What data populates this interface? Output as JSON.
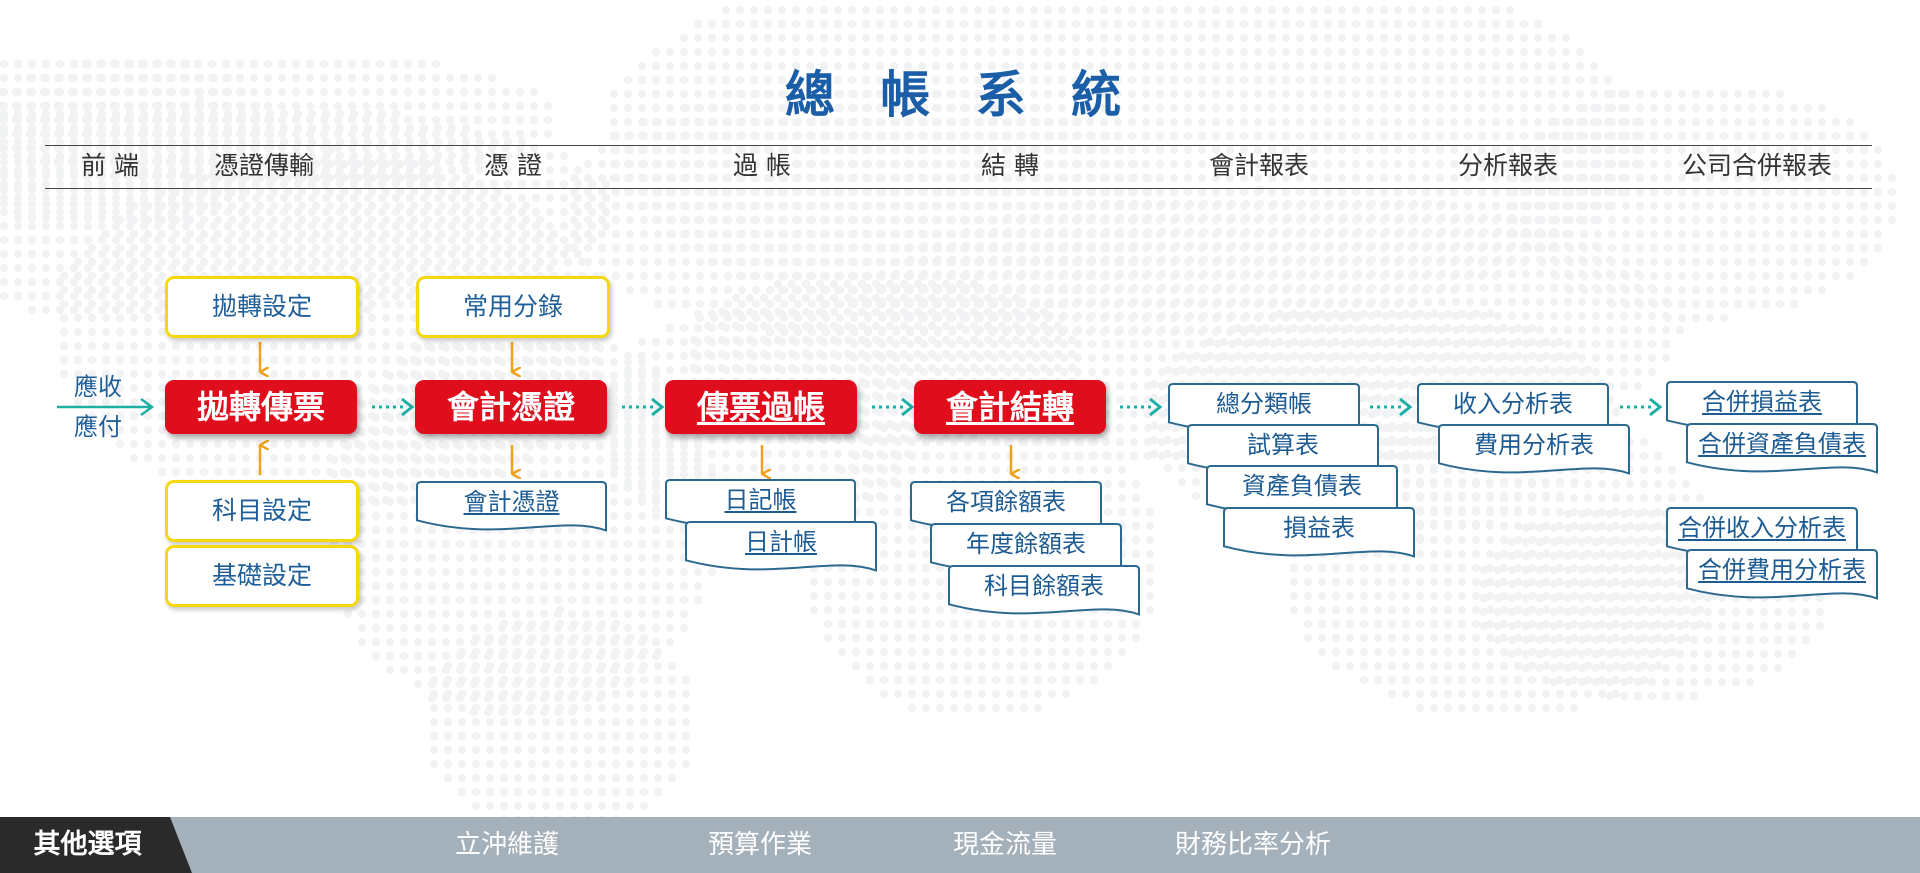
{
  "title": "總 帳 系 統",
  "stages": [
    "前 端",
    "憑證傳輸",
    "憑 證",
    "過 帳",
    "結 轉",
    "會計報表",
    "分析報表",
    "公司合併報表"
  ],
  "front_label": [
    "應收",
    "應付"
  ],
  "settings": {
    "transfer_setting": "拋轉設定",
    "account_setting": "科目設定",
    "base_setting": "基礎設定",
    "common_entry": "常用分錄"
  },
  "main_flow": {
    "transfer_voucher": "拋轉傳票",
    "accounting_voucher": "會計憑證",
    "voucher_posting": "傳票過帳",
    "accounting_transfer": "會計結轉"
  },
  "docs": {
    "accounting_voucher_doc": "會計憑證",
    "journal": "日記帳",
    "daily_ledger": "日計帳",
    "item_balance": "各項餘額表",
    "annual_balance": "年度餘額表",
    "account_balance": "科目餘額表",
    "general_ledger": "總分類帳",
    "trial_balance": "試算表",
    "balance_sheet": "資產負債表",
    "income_statement": "損益表",
    "revenue_analysis": "收入分析表",
    "expense_analysis": "費用分析表",
    "consolidated_income": "合併損益表",
    "consolidated_balance": "合併資產負債表",
    "consolidated_revenue": "合併收入分析表",
    "consolidated_expense": "合併費用分析表"
  },
  "bottom": {
    "tab": "其他選項",
    "items": [
      "立沖維護",
      "預算作業",
      "現金流量",
      "財務比率分析"
    ]
  },
  "colors": {
    "title": "#1a5ea8",
    "red_box": "#e00e1c",
    "yellow_border": "#f5d90e",
    "orange_arrow": "#f0a21b",
    "teal_arrow": "#1bb0a4",
    "bottom_bar": "#a4b0ba",
    "bottom_tab": "#2a2a2a"
  }
}
